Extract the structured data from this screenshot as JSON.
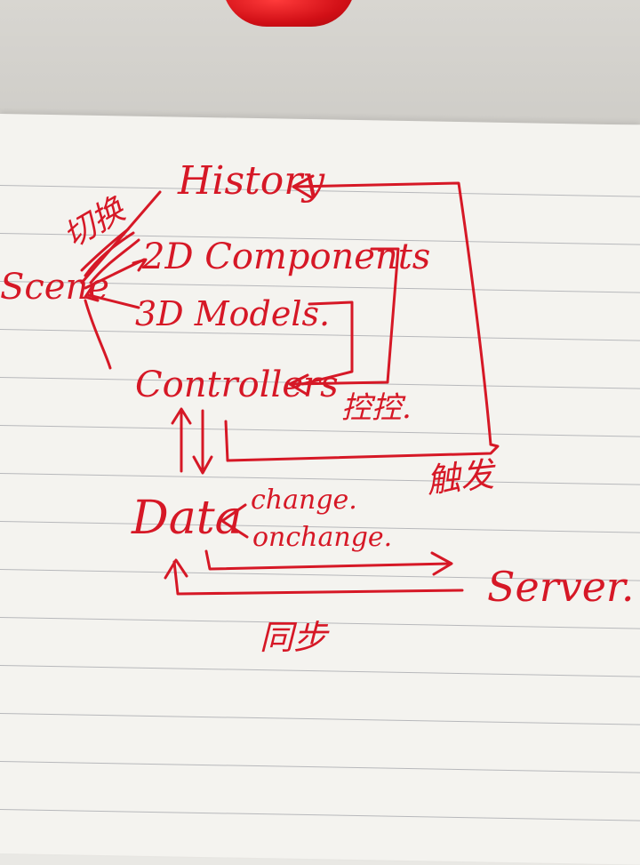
{
  "nodes": {
    "history": "History",
    "scene": "Scene",
    "components_2d": "2D Components",
    "models_3d": "3D Models.",
    "controllers": "Controllers",
    "data": "Data",
    "server": "Server."
  },
  "annotations": {
    "switch": "切换",
    "control": "控控.",
    "trigger": "触发",
    "change": "change.",
    "onchange": "onchange.",
    "sync": "同步"
  },
  "colors": {
    "ink": "#d61826",
    "paper": "#f4f3ef",
    "ruling": "#b7b8bb"
  }
}
